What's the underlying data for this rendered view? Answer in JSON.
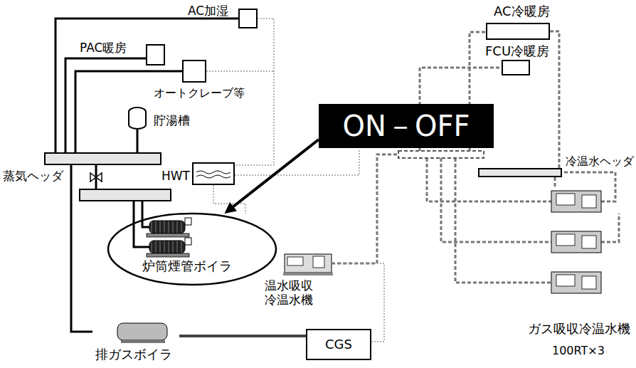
{
  "diagram": {
    "nodes": [
      {
        "text": [
          "AC加湿"
        ]
      },
      {
        "text": [
          "PAC暖房"
        ]
      },
      {
        "text": [
          "オートクレーブ等"
        ]
      },
      {
        "text": [
          "貯湯槽"
        ]
      },
      {
        "text": [
          "蒸気ヘッダ"
        ]
      },
      {
        "text": [
          "HWT"
        ]
      },
      {
        "text": [
          "ON－OFF"
        ]
      },
      {
        "text": [
          "炉筒煙管ボイラ"
        ]
      },
      {
        "text": [
          "温水吸収冷温水機"
        ]
      },
      {
        "text": [
          "CGS"
        ]
      },
      {
        "text": [
          "排ガスボイラ"
        ]
      },
      {
        "text": [
          "AC冷暖房"
        ]
      },
      {
        "text": [
          "FCU冷暖房"
        ]
      },
      {
        "text": [
          "冷温水ヘッダ"
        ]
      },
      {
        "text": [
          "ガス吸収冷温水機",
          "100RT×3"
        ]
      }
    ],
    "edges": [
      {
        "from": 4,
        "to": 0,
        "arrow": "none"
      },
      {
        "from": 4,
        "to": 1,
        "arrow": "none"
      },
      {
        "from": 4,
        "to": 2,
        "arrow": "none"
      },
      {
        "from": 4,
        "to": 3,
        "arrow": "none"
      },
      {
        "from": 10,
        "to": 4,
        "arrow": "none"
      },
      {
        "from": 9,
        "to": 10,
        "arrow": "none"
      },
      {
        "from": 9,
        "to": 8,
        "arrow": "none"
      },
      {
        "from": 6,
        "to": 7,
        "arrow": "to"
      },
      {
        "from": 13,
        "to": 11,
        "arrow": "none"
      },
      {
        "from": 14,
        "to": 13,
        "arrow": "none"
      }
    ]
  }
}
